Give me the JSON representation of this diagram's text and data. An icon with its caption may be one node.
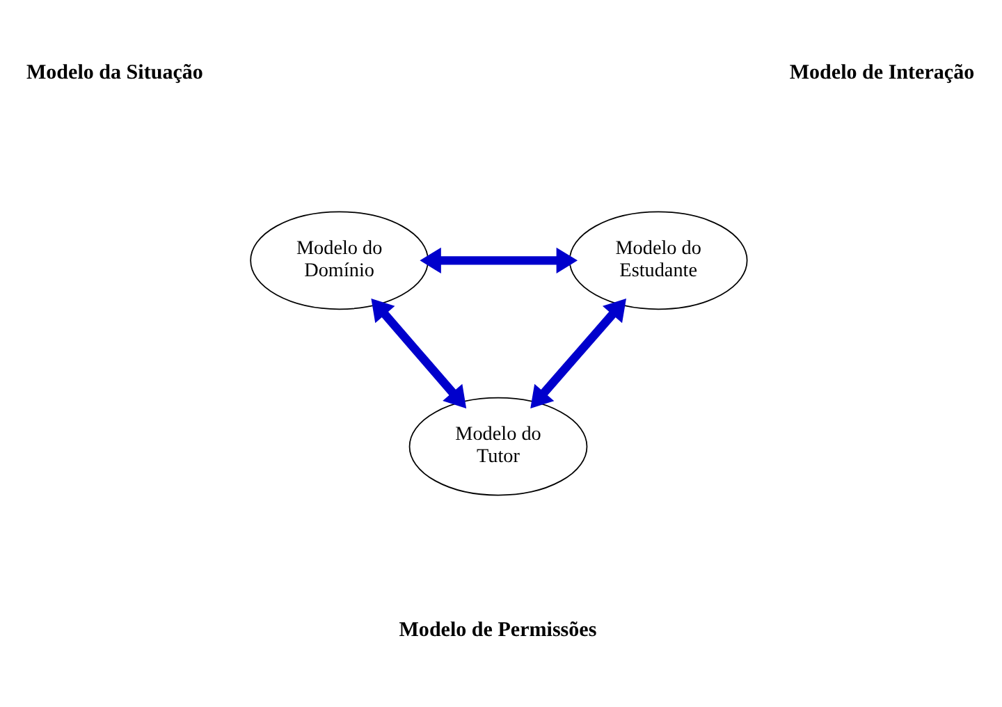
{
  "diagram": {
    "nodes": [
      {
        "text": [
          "Modelo do Domínio"
        ]
      },
      {
        "text": [
          "Modelo do Estudante"
        ]
      },
      {
        "text": [
          "Modelo do Tutor"
        ]
      }
    ],
    "edges": [
      {
        "from": 0,
        "to": 1,
        "arrow": "both",
        "color": "#0000cc"
      },
      {
        "from": 0,
        "to": 2,
        "arrow": "both",
        "color": "#0000cc"
      },
      {
        "from": 1,
        "to": 2,
        "arrow": "both",
        "color": "#0000cc"
      }
    ],
    "labels": [
      "Modelo da Situação",
      "Modelo de Interação",
      "Modelo de Permissões"
    ]
  }
}
